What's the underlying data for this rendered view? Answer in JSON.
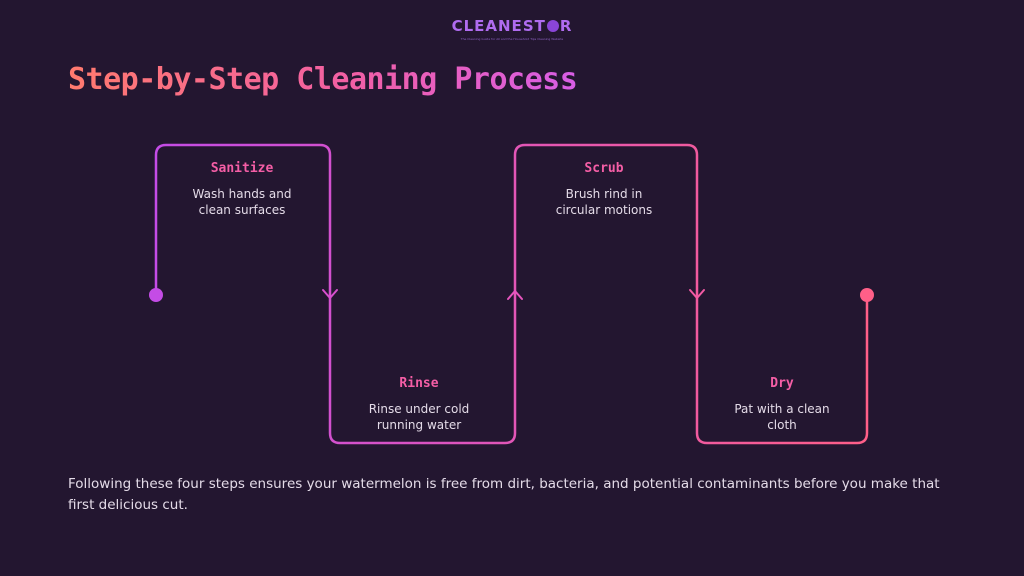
{
  "brand": {
    "name_part1": "CLEANE",
    "name_part2": "ST",
    "name_part3": "R",
    "tagline": "The Cleaning Guide for All and the Household Tips Cleaning Website"
  },
  "title": "Step-by-Step Cleaning Process",
  "steps": [
    {
      "title": "Sanitize",
      "description": "Wash hands and clean surfaces"
    },
    {
      "title": "Rinse",
      "description": "Rinse under cold running water"
    },
    {
      "title": "Scrub",
      "description": "Brush rind in circular motions"
    },
    {
      "title": "Dry",
      "description": "Pat with a clean cloth"
    }
  ],
  "footer": "Following these four steps ensures your watermelon is free from dirt, bacteria, and potential contaminants before you make that first delicious cut.",
  "colors": {
    "background": "#231630",
    "gradient_start": "#c44ce6",
    "gradient_end": "#ff5f88",
    "step_title": "#f55ea6",
    "brand": "#b06cf0"
  }
}
